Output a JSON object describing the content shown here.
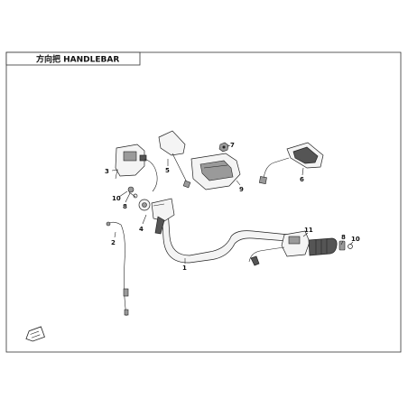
{
  "diagram": {
    "title": "方向把 HANDLEBAR",
    "callouts": [
      {
        "id": "c1",
        "label": "1"
      },
      {
        "id": "c2",
        "label": "2"
      },
      {
        "id": "c3",
        "label": "3"
      },
      {
        "id": "c4",
        "label": "4"
      },
      {
        "id": "c5",
        "label": "5"
      },
      {
        "id": "c6",
        "label": "6"
      },
      {
        "id": "c7",
        "label": "7"
      },
      {
        "id": "c8a",
        "label": "8"
      },
      {
        "id": "c8b",
        "label": "8"
      },
      {
        "id": "c9",
        "label": "9"
      },
      {
        "id": "c10a",
        "label": "10"
      },
      {
        "id": "c10b",
        "label": "10"
      },
      {
        "id": "c11",
        "label": "11"
      }
    ]
  }
}
